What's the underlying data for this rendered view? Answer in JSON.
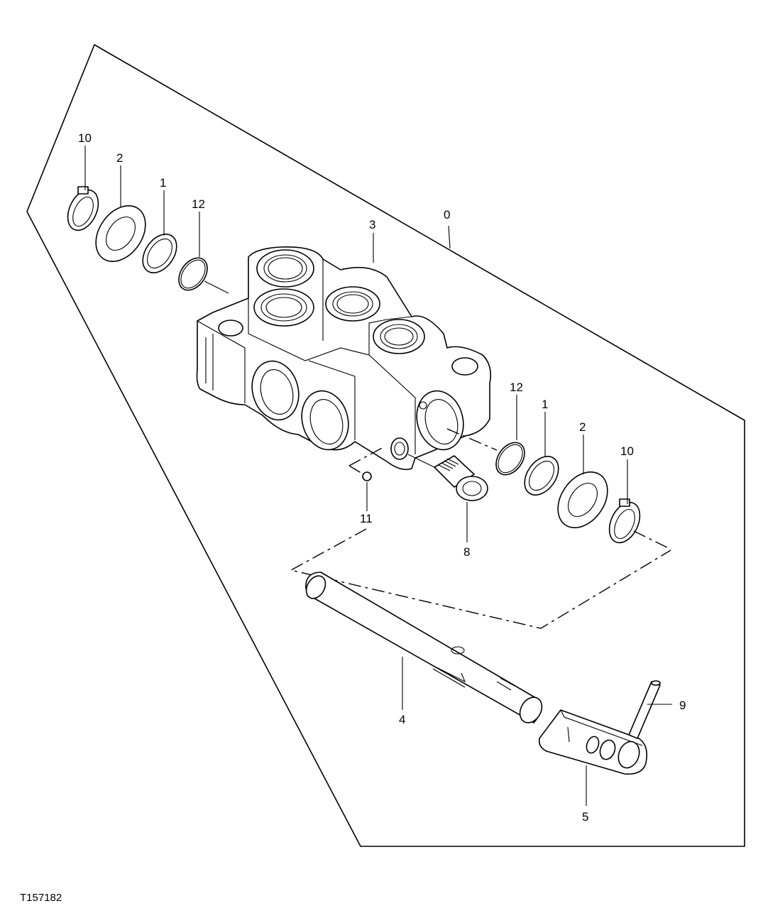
{
  "figure_id": "T157182",
  "callouts": {
    "c0": "0",
    "c1_left": "1",
    "c2_left": "2",
    "c3": "3",
    "c10_left": "10",
    "c12_left": "12",
    "c12_right": "12",
    "c1_right": "1",
    "c2_right": "2",
    "c10_right": "10",
    "c11": "11",
    "c8": "8",
    "c4": "4",
    "c9": "9",
    "c5": "5"
  }
}
